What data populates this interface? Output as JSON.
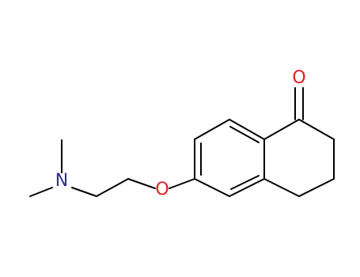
{
  "structure": {
    "atoms": [
      {
        "id": "N",
        "label": "N",
        "color": "#2f2f8f"
      },
      {
        "id": "O_ether",
        "label": "O",
        "color": "#e02020"
      },
      {
        "id": "O_carbonyl",
        "label": "O",
        "color": "#e02020"
      }
    ],
    "bond_color": "#000000"
  }
}
